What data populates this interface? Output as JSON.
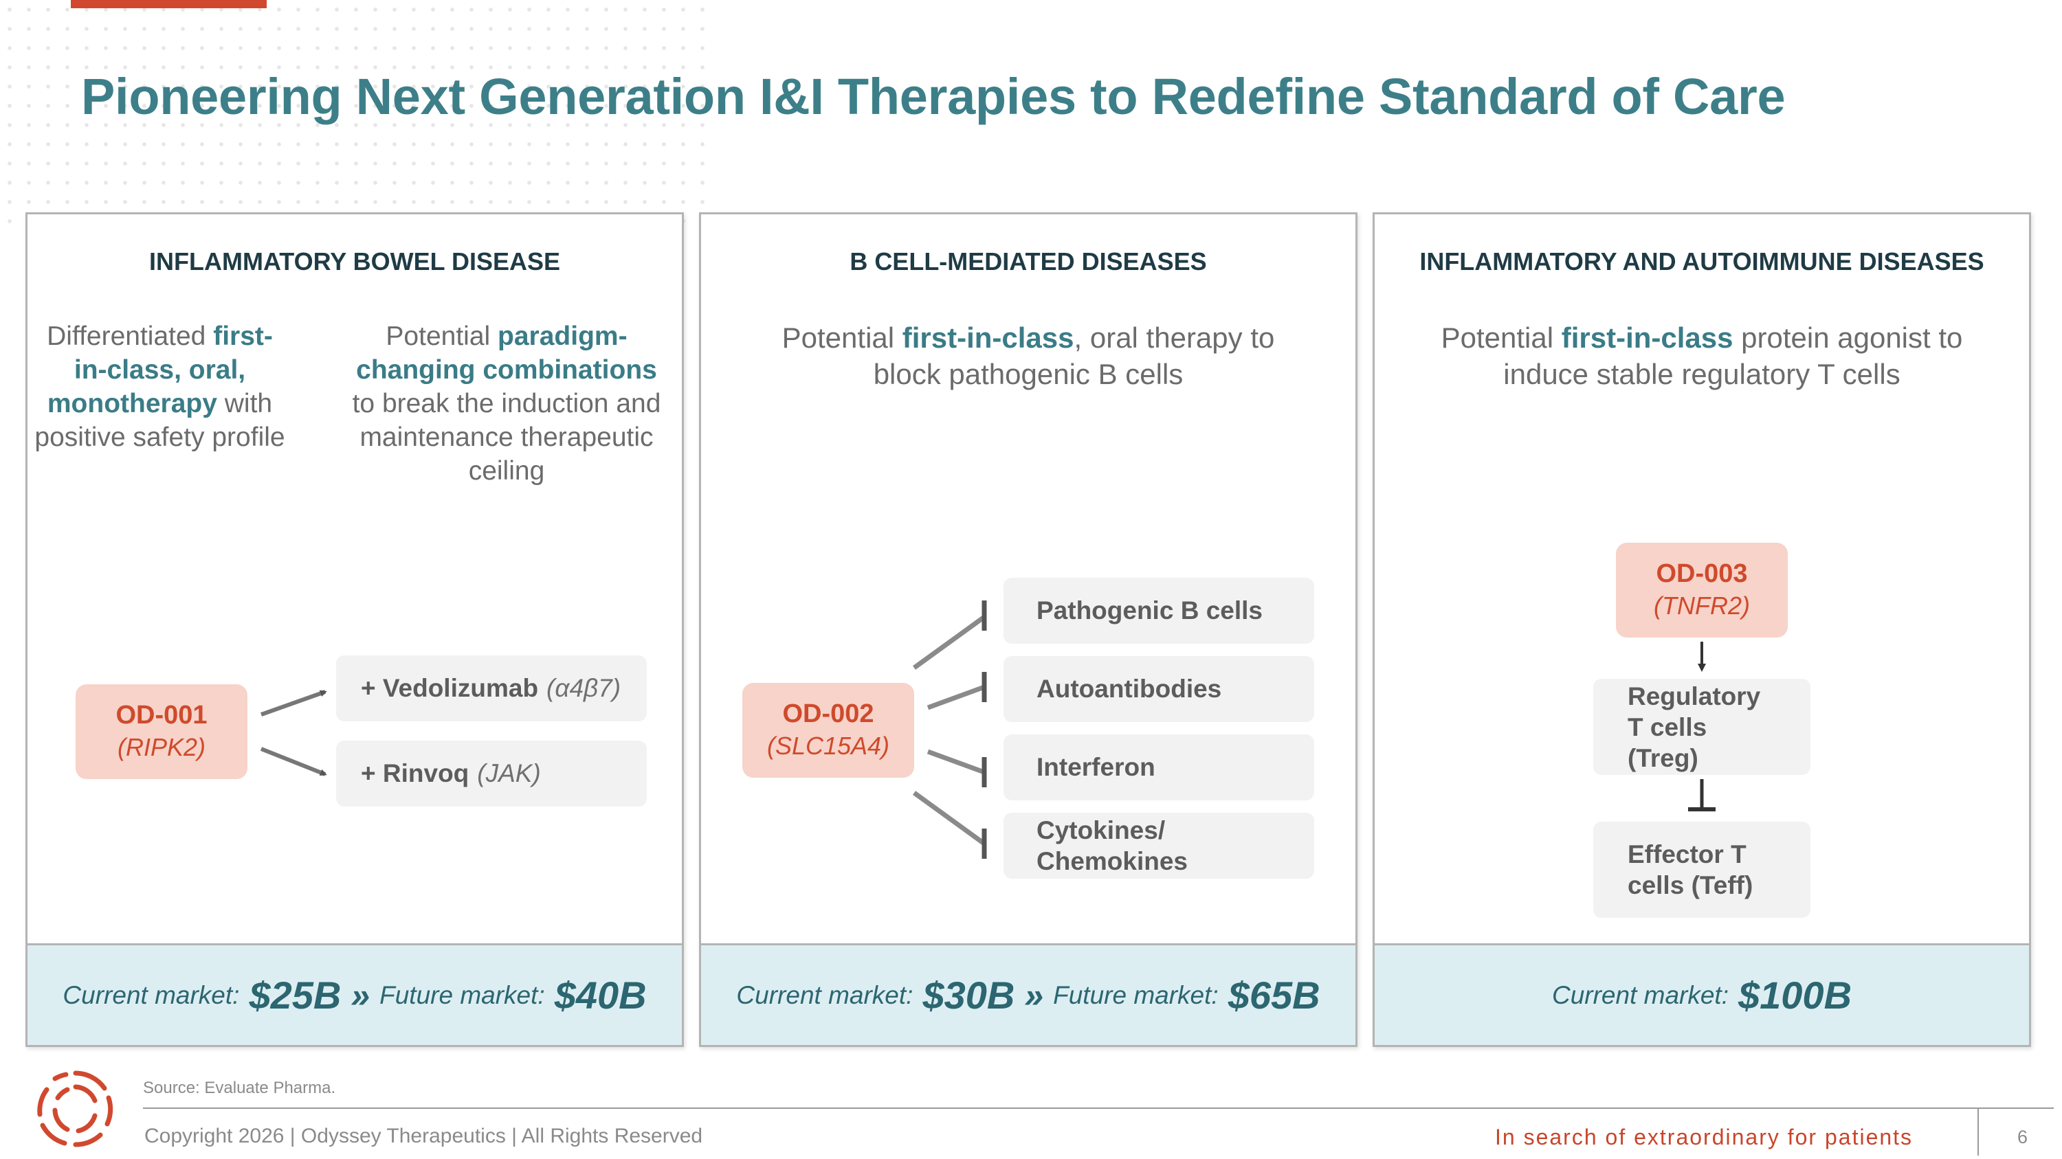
{
  "slide": {
    "title": "Pioneering Next Generation I&I Therapies to Redefine Standard of Care",
    "accent_color": "#d0492f",
    "title_color": "#3d7f89"
  },
  "panels": [
    {
      "heading": "INFLAMMATORY BOWEL DISEASE",
      "left_col": {
        "pre": "Differentiated ",
        "hl": "first-in-class, oral, monotherapy",
        "post": " with positive safety profile"
      },
      "right_col": {
        "pre": "Potential ",
        "hl": "paradigm-changing combinations",
        "post": " to break the induction and maintenance therapeutic ceiling"
      },
      "drug": {
        "name": "OD-001",
        "target": "(RIPK2)"
      },
      "combos": [
        {
          "label": "+ Vedolizumab",
          "target": "(α4β7)"
        },
        {
          "label": "+ Rinvoq",
          "target": "(JAK)"
        }
      ],
      "footer": {
        "current_label": "Current market:",
        "current_value": "$25B",
        "arrow": "»",
        "future_label": "Future market:",
        "future_value": "$40B"
      }
    },
    {
      "heading": "B CELL-MEDIATED DISEASES",
      "description": {
        "pre": "Potential ",
        "hl": "first-in-class",
        "post": ", oral therapy to block pathogenic B cells"
      },
      "drug": {
        "name": "OD-002",
        "target": "(SLC15A4)"
      },
      "targets": [
        "Pathogenic B cells",
        "Autoantibodies",
        "Interferon",
        "Cytokines/ Chemokines"
      ],
      "footer": {
        "current_label": "Current market:",
        "current_value": "$30B",
        "arrow": "»",
        "future_label": "Future market:",
        "future_value": "$65B"
      }
    },
    {
      "heading": "INFLAMMATORY AND AUTOIMMUNE DISEASES",
      "description": {
        "pre": "Potential ",
        "hl": "first-in-class",
        "post": " protein agonist to induce stable regulatory T cells"
      },
      "drug": {
        "name": "OD-003",
        "target": "(TNFR2)"
      },
      "cells": [
        "Regulatory T cells (Treg)",
        "Effector T cells (Teff)"
      ],
      "footer": {
        "current_label": "Current market:",
        "current_value": "$100B"
      }
    }
  ],
  "footer": {
    "source": "Source: Evaluate Pharma.",
    "copyright": "Copyright 2026  |  Odyssey Therapeutics  |  All Rights Reserved",
    "tagline": "In search of extraordinary for patients",
    "page_number": "6",
    "logo_icon": "odyssey-swirl-logo-icon"
  }
}
